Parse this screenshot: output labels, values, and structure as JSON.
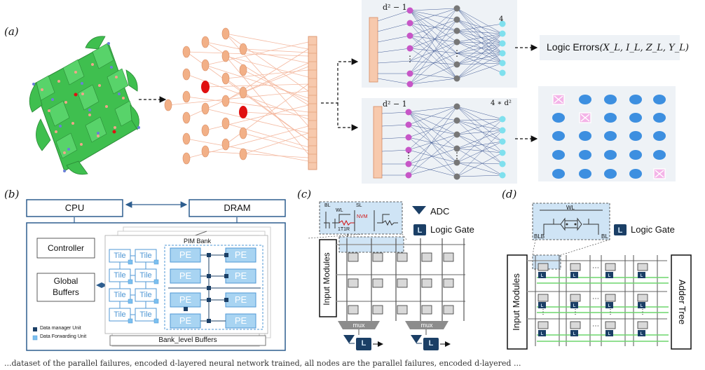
{
  "panel_labels": {
    "a": "(a)",
    "b": "(b)",
    "c": "(c)",
    "d": "(d)"
  },
  "panel_a": {
    "top_layer_in": "d² − 1",
    "top_layer_out": "4",
    "bottom_layer_in": "d² − 1",
    "bottom_layer_out": "4 ∗ d²",
    "logic_errors_label": "Logic Errors",
    "logic_errors_formula": "(X_L, I_L, Z_L, Y_L)"
  },
  "panel_b": {
    "cpu": "CPU",
    "dram": "DRAM",
    "controller": "Controller",
    "global_buffers_line1": "Global",
    "global_buffers_line2": "Buffers",
    "pim_bank": "PIM Bank",
    "tile": "Tile",
    "pe": "PE",
    "bank_buffers": "Bank_level Buffers",
    "legend_data_manager": "Data manager Unit",
    "legend_data_forwarding": "Data Forwarding Unit"
  },
  "panel_c": {
    "adc": "ADC",
    "logic_gate": "Logic Gate",
    "input_modules": "Input Modules",
    "mux": "mux",
    "gate_letter": "L",
    "bl": "BL",
    "wl": "WL",
    "sl": "SL",
    "nvm": "NVM",
    "cell": "1T1R"
  },
  "panel_d": {
    "logic_gate": "Logic Gate",
    "input_modules": "Input Modules",
    "adder_tree": "Adder Tree",
    "gate_letter": "L",
    "wl": "WL",
    "blb": "BLB",
    "bl": "BL"
  },
  "caption": "...dataset of the parallel failures, encoded d-layered neural network trained, all nodes are the parallel failures, encoded d-layered ..."
}
